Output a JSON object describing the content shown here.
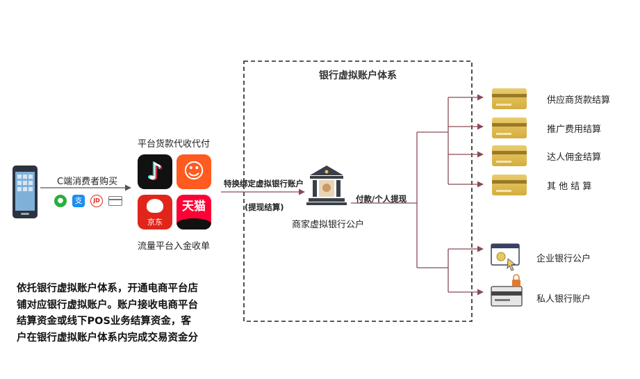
{
  "consumer": {
    "purchase_label": "C端消费者购买"
  },
  "platform": {
    "top_label": "平台货款代收代付",
    "bottom_label": "流量平台入金收单",
    "apps": [
      {
        "name": "douyin",
        "glyph": "♪"
      },
      {
        "name": "kuaishou",
        "glyph": "☺"
      },
      {
        "name": "jingdong",
        "glyph": "京东"
      },
      {
        "name": "tmall",
        "glyph": "天猫"
      }
    ]
  },
  "payment_icons": [
    {
      "name": "wechat-pay-icon",
      "glyph": "●",
      "color": "#2aae3c"
    },
    {
      "name": "alipay-icon",
      "glyph": "支",
      "color": "#1a8ef0"
    },
    {
      "name": "jd-pay-icon",
      "glyph": "JD",
      "color": "#e1251b"
    },
    {
      "name": "card-pay-icon",
      "glyph": "▭",
      "color": "#777777"
    }
  ],
  "virtual_system": {
    "title": "银行虚拟账户体系",
    "arrow_top": "特换绑定虚拟银行账户",
    "arrow_bottom": "(提现结算)",
    "merchant_label": "商家虚拟银行公户",
    "out_label": "付款/个人提现"
  },
  "settlements": [
    {
      "label": "供应商货款结算"
    },
    {
      "label": "推广费用结算"
    },
    {
      "label": "达人佣金结算"
    },
    {
      "label": "其 他 结 算"
    }
  ],
  "accounts": [
    {
      "label": "企业银行公户"
    },
    {
      "label": "私人银行账户"
    }
  ],
  "description": [
    "依托银行虚拟账户体系，开通电商平台店",
    "铺对应银行虚拟账户。账户接收电商平台",
    "结算资金或线下POS业务结算资金，客",
    "户在银行虚拟账户体系内完成交易资金分"
  ],
  "colors": {
    "arrow": "#8a4a55",
    "dash": "#222222",
    "card": "#d9b24a",
    "phone": "#2c3340"
  }
}
